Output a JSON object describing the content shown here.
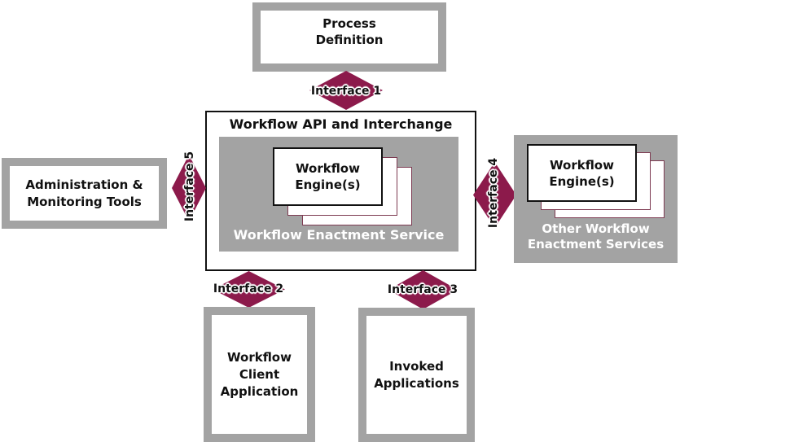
{
  "diagram": {
    "kind": "workflow-reference-model",
    "colors": {
      "arrow_maroon": "#8C1A4B",
      "panel_gray": "#A3A3A3",
      "text_black": "#111111",
      "caption_white": "#FFFFFF",
      "stack_back_border": "#7D3B52"
    },
    "nodes": {
      "process_definition": "Process\nDefinition",
      "workflow_api_title": "Workflow API and Interchange",
      "workflow_engines_center": "Workflow\nEngine(s)",
      "enactment_service_caption": "Workflow Enactment Service",
      "admin_monitoring": "Administration &\nMonitoring Tools",
      "workflow_engines_other": "Workflow\nEngine(s)",
      "other_enactment_caption": "Other Workflow\nEnactment Services",
      "workflow_client_application": "Workflow\nClient\nApplication",
      "invoked_applications": "Invoked\nApplications"
    },
    "connectors": {
      "interface_1": "Interface 1",
      "interface_2": "Interface 2",
      "interface_3": "Interface 3",
      "interface_4": "Interface 4",
      "interface_5": "Interface 5"
    }
  }
}
